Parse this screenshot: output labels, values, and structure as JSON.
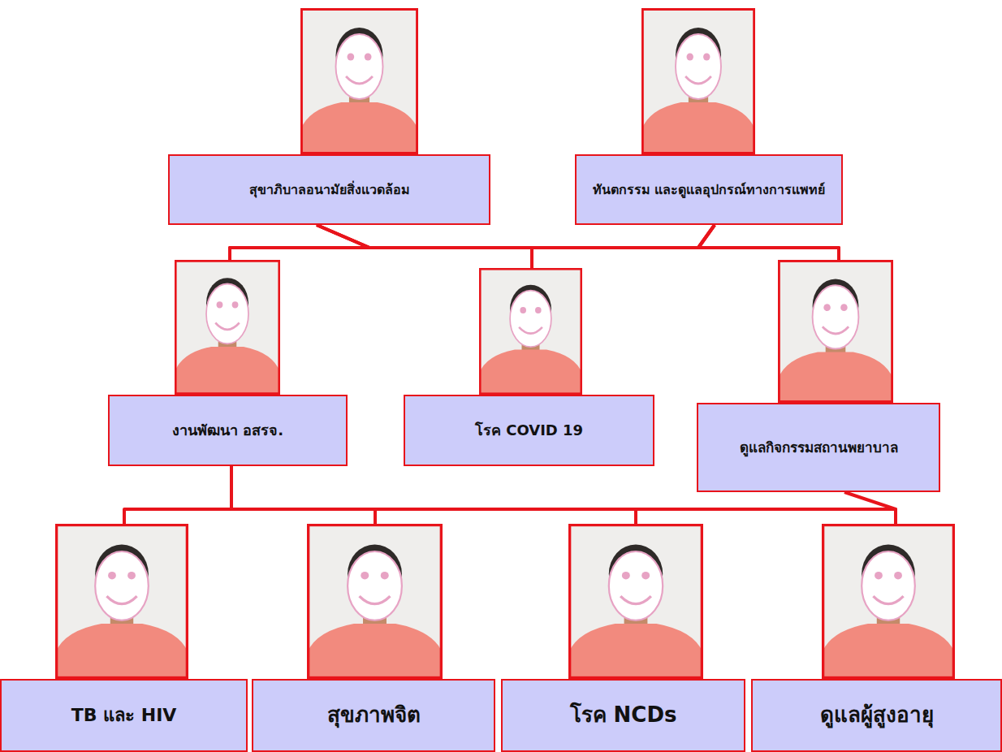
{
  "diagram": {
    "nodes": [
      {
        "text": [
          "สุขาภิบาลอนามัยสิ่งแวดล้อม"
        ]
      },
      {
        "text": [
          "ทันตกรรม และดูแลอุปกรณ์ทางการแพทย์"
        ]
      },
      {
        "text": [
          "งานพัฒนา อสรจ."
        ]
      },
      {
        "text": [
          "โรค COVID 19"
        ]
      },
      {
        "text": [
          "ดูแลกิจกรรมสถานพยาบาล"
        ]
      },
      {
        "text": [
          "TB และ HIV"
        ]
      },
      {
        "text": [
          "สุขภาพจิต"
        ]
      },
      {
        "text": [
          "โรค NCDs"
        ]
      },
      {
        "text": [
          "ดูแลผู้สูงอายุ"
        ]
      }
    ],
    "edges": [
      {
        "from": 0,
        "to": 2,
        "arrow": "none"
      },
      {
        "from": 0,
        "to": 3,
        "arrow": "none"
      },
      {
        "from": 0,
        "to": 4,
        "arrow": "none"
      },
      {
        "from": 1,
        "to": 2,
        "arrow": "none"
      },
      {
        "from": 1,
        "to": 3,
        "arrow": "none"
      },
      {
        "from": 1,
        "to": 4,
        "arrow": "none"
      },
      {
        "from": 2,
        "to": 5,
        "arrow": "none"
      },
      {
        "from": 2,
        "to": 6,
        "arrow": "none"
      },
      {
        "from": 2,
        "to": 7,
        "arrow": "none"
      },
      {
        "from": 2,
        "to": 8,
        "arrow": "none"
      },
      {
        "from": 4,
        "to": 8,
        "arrow": "none"
      }
    ]
  }
}
